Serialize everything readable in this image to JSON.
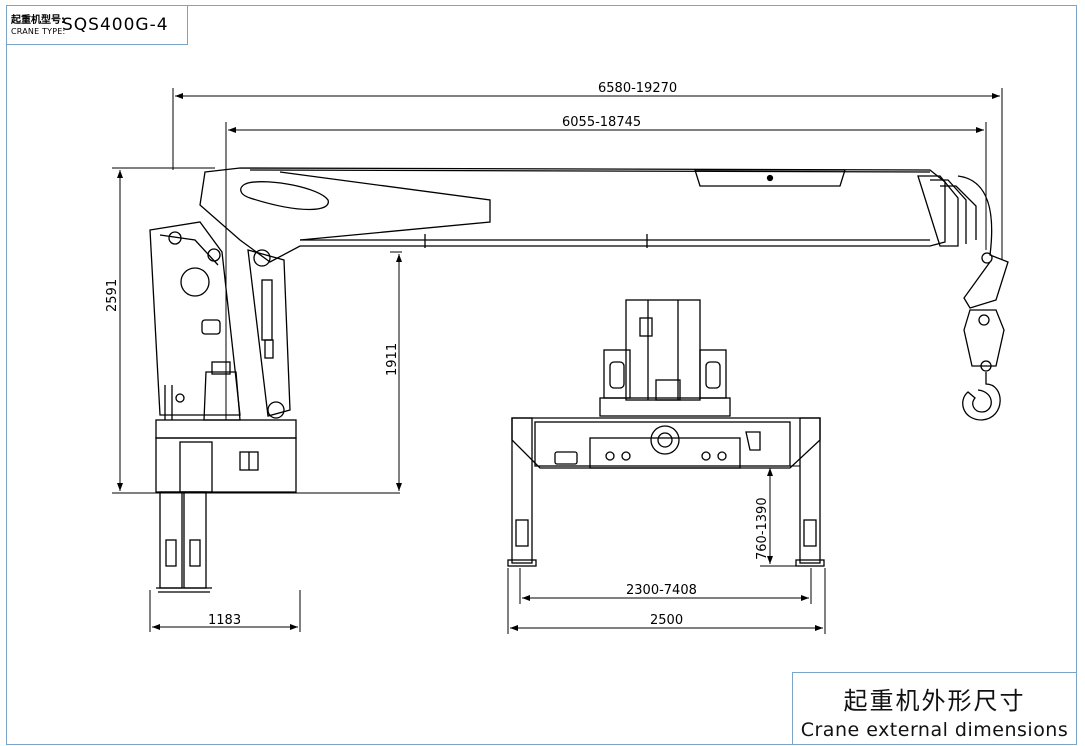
{
  "crane_type": {
    "label_cn": "起重机型号:",
    "label_en": "CRANE TYPE:",
    "value": "SQS400G-4"
  },
  "title": {
    "cn": "起重机外形尺寸",
    "en": "Crane external dimensions"
  },
  "dimensions": {
    "max_reach_total": "6580-19270",
    "boom_reach": "6055-18745",
    "total_height": "2591",
    "pivot_height": "1911",
    "base_width": "1183",
    "outrigger_span": "2300-7408",
    "base_length": "2500",
    "outrigger_height": "760-1390"
  },
  "colors": {
    "frame": "#7aa4c8",
    "line": "#000000"
  }
}
